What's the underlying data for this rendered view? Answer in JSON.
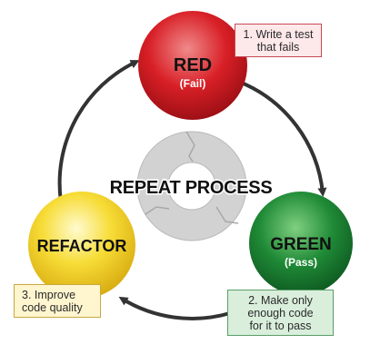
{
  "center": {
    "label": "REPEAT PROCESS"
  },
  "steps": [
    {
      "title": "RED",
      "subtitle": "(Fail)",
      "note": [
        "1. Write a test",
        "that fails"
      ]
    },
    {
      "title": "GREEN",
      "subtitle": "(Pass)",
      "note": [
        "2. Make only",
        "enough code",
        "for it to pass"
      ]
    },
    {
      "title": "REFACTOR",
      "subtitle": "",
      "note": [
        "3. Improve",
        "code quality"
      ]
    }
  ],
  "colors": {
    "red": "#d81f26",
    "red_light": "#ef8a8a",
    "red_note_bg": "#fde8ea",
    "red_note_border": "#c84a55",
    "green": "#1c7f33",
    "green_light": "#5fbf62",
    "green_note_bg": "#d9eedb",
    "green_note_border": "#5a9e67",
    "yellow": "#f3d11a",
    "yellow_light": "#fff6a8",
    "yellow_note_bg": "#fff6d0",
    "yellow_note_border": "#c8a840",
    "arrow": "#333333",
    "cycle_icon": "#cfcfcf"
  }
}
